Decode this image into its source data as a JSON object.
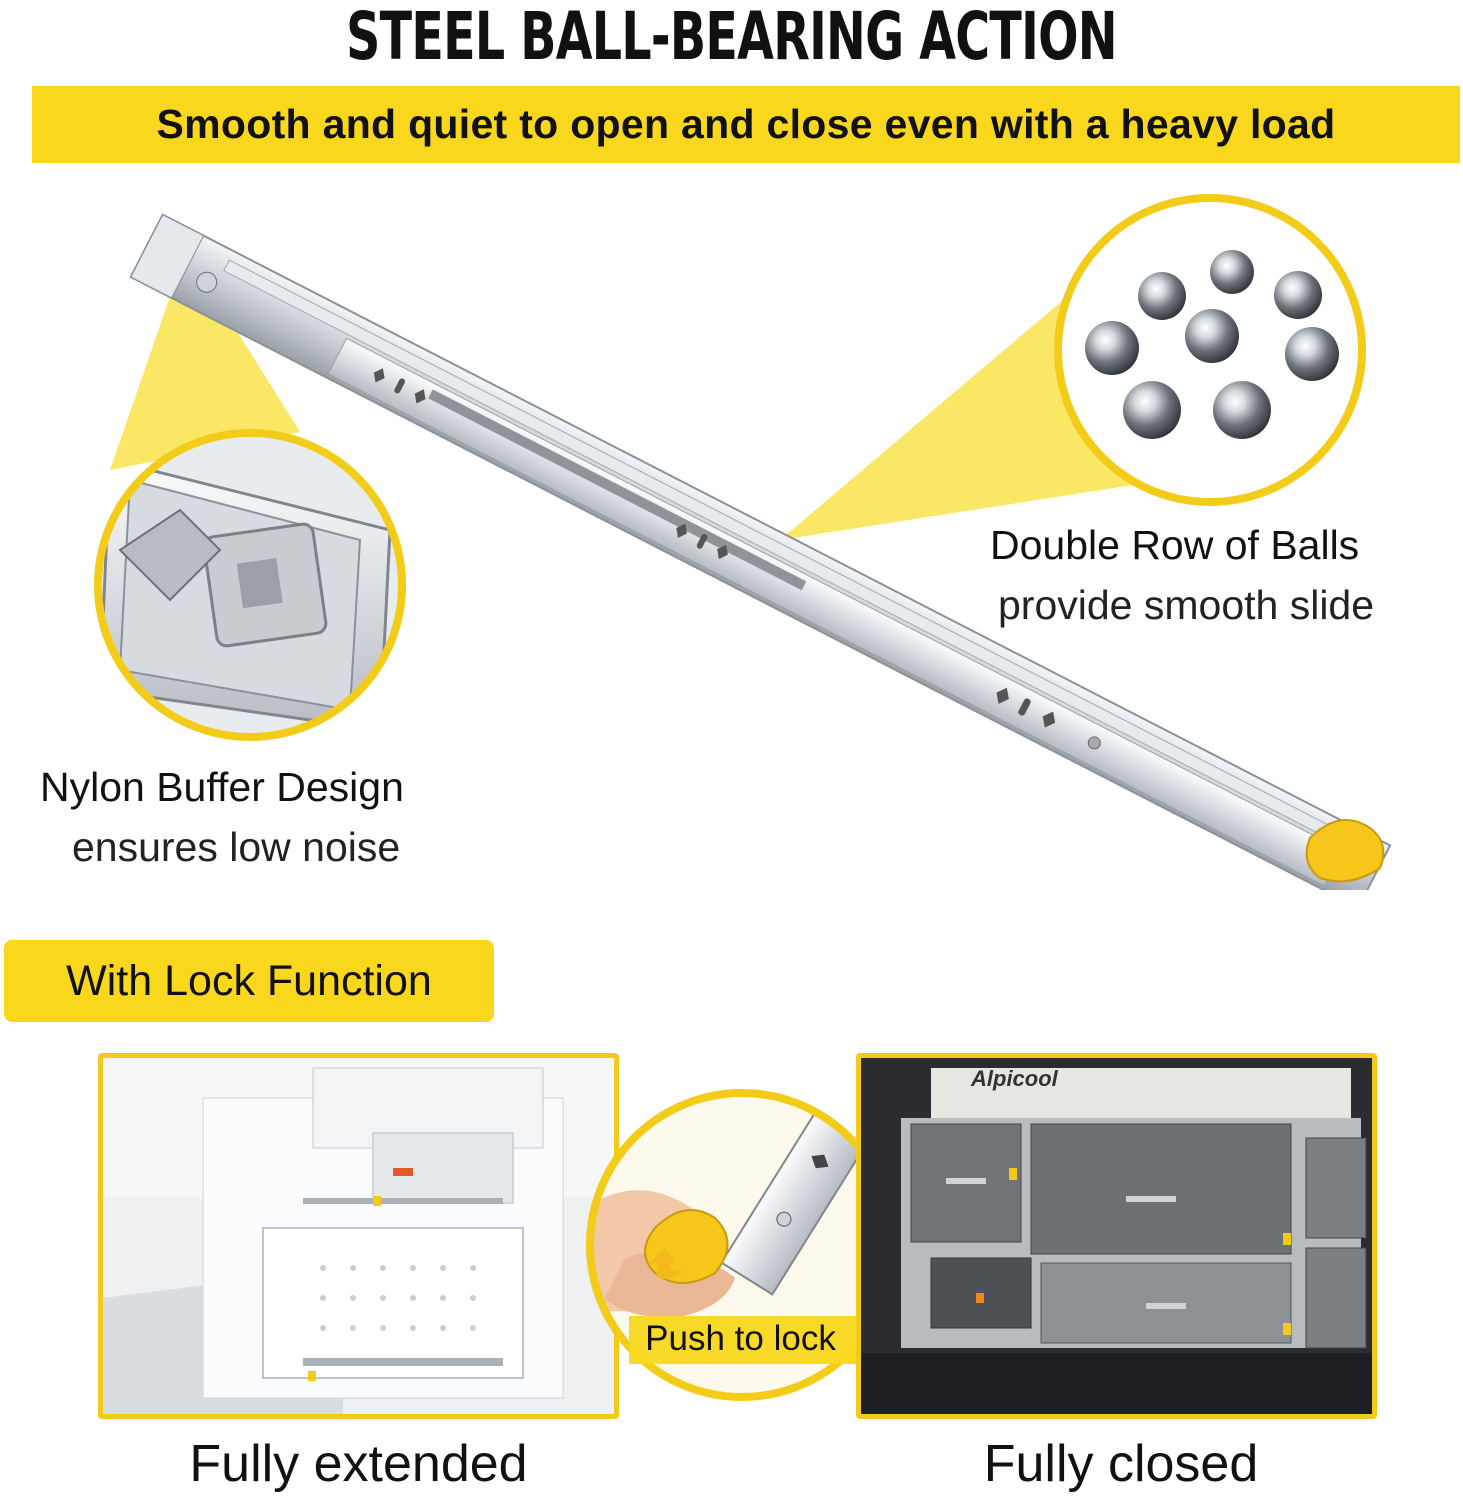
{
  "header": {
    "title": "STEEL BALL-BEARING ACTION",
    "subtitle": "Smooth and quiet to open and close even with a heavy load"
  },
  "features": {
    "balls": {
      "title": "Double Row of Balls",
      "description": "provide smooth slide"
    },
    "buffer": {
      "title": "Nylon Buffer Design",
      "description": "ensures low noise"
    }
  },
  "lock": {
    "badge": "With Lock Function",
    "push_label": "Push to lock",
    "left_caption": "Fully extended",
    "right_caption": "Fully closed",
    "box_brand": "Alpicool"
  },
  "colors": {
    "accent_yellow": "#f9d71c",
    "steel": "#cfd3d8"
  }
}
